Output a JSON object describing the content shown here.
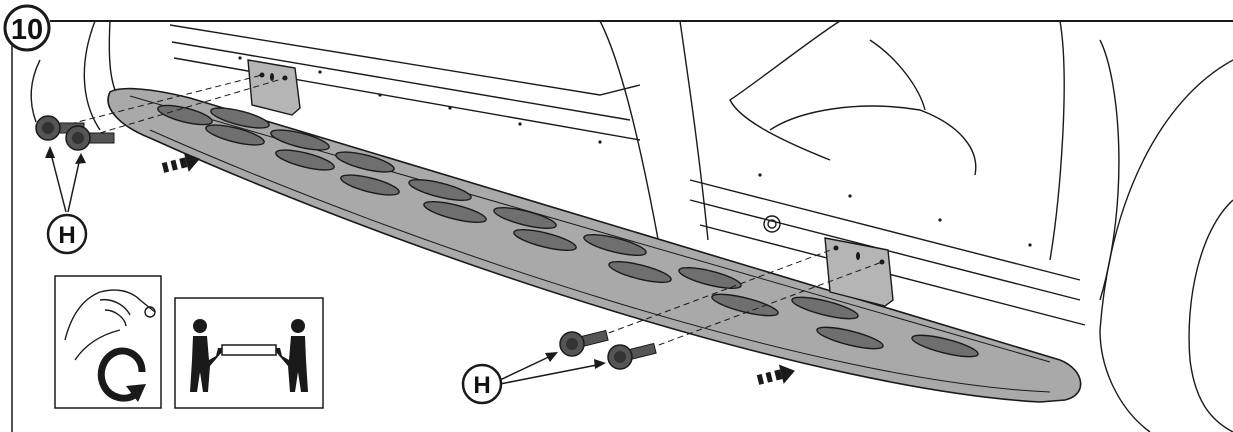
{
  "step": {
    "number": "10"
  },
  "callouts": {
    "left": "H",
    "right": "H"
  },
  "icons": {
    "hand_tighten": "hand-tighten-icon",
    "rotate_arrow": "rotate-clockwise-icon",
    "two_person": "two-person-lift-icon",
    "direction_arrow": "direction-arrow-icon",
    "bolt": "flange-bolt-icon",
    "bracket": "mounting-bracket-icon"
  },
  "colors": {
    "line": "#1a1a1a",
    "step_fill": "#a9a9a9",
    "step_dark": "#6f6f6f",
    "bolt_fill": "#555555",
    "background": "#ffffff"
  }
}
